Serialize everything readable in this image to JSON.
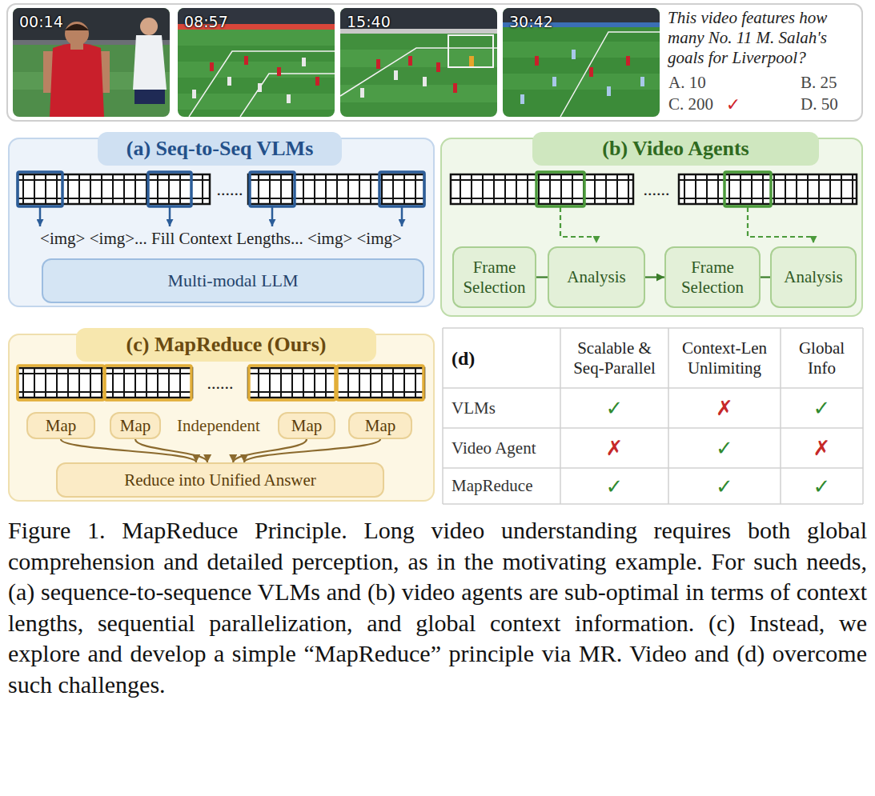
{
  "diagram": {
    "caption": "Figure 1. MapReduce Principle. Long video understanding requires both global comprehension and detailed perception, as in the motivating example. For such needs, (a) sequence-to-sequence VLMs and (b) video agents are sub-optimal in terms of context lengths, sequential parallelization, and global context information. (c) Instead, we explore and develop a simple “MapReduce” principle via MR. Video and (d) overcome such challenges.",
    "nodes": [
      {
        "text": [
          "This video features how many No. 11 M. Salah's goals for Liverpool?",
          "A. 10",
          "B. 25",
          "C. 200",
          "D. 50"
        ]
      },
      {
        "text": [
          "(a) Seq-to-Seq VLMs",
          "<img> <img>... Fill Context Lengths... <img> <img>"
        ]
      },
      {
        "text": [
          "Multi-modal LLM"
        ],
        "in": 1
      },
      {
        "text": [
          "(b) Video Agents"
        ]
      },
      {
        "text": [
          "Frame Selection"
        ],
        "in": 3
      },
      {
        "text": [
          "Analysis"
        ],
        "in": 3
      },
      {
        "text": [
          "Frame Selection"
        ],
        "in": 3
      },
      {
        "text": [
          "Analysis"
        ],
        "in": 3
      },
      {
        "text": [
          "(c) MapReduce (Ours)",
          "Independent"
        ]
      },
      {
        "text": [
          "Map"
        ],
        "in": 8
      },
      {
        "text": [
          "Map"
        ],
        "in": 8
      },
      {
        "text": [
          "Map"
        ],
        "in": 8
      },
      {
        "text": [
          "Map"
        ],
        "in": 8
      },
      {
        "text": [
          "Reduce into Unified Answer"
        ],
        "in": 8
      }
    ],
    "edges": [
      {
        "from": 4,
        "to": 5,
        "arrow": "none"
      },
      {
        "from": 5,
        "to": 6,
        "arrow": "to"
      },
      {
        "from": 6,
        "to": 7,
        "arrow": "none"
      },
      {
        "from": 9,
        "to": 13,
        "arrow": "to"
      },
      {
        "from": 10,
        "to": 13,
        "arrow": "to"
      },
      {
        "from": 11,
        "to": 13,
        "arrow": "to"
      },
      {
        "from": 12,
        "to": 13,
        "arrow": "to"
      }
    ],
    "labels": [
      "00:14",
      "08:57",
      "15:40",
      "30:42",
      "✓",
      "......",
      "......",
      "......",
      "(d)",
      "Scalable & Seq-Parallel",
      "Context-Len Unlimiting",
      "Global Info",
      "VLMs",
      "✓",
      "✗",
      "✓",
      "Video Agent",
      "✗",
      "✓",
      "✗",
      "MapReduce",
      "✓",
      "✓",
      "✓"
    ]
  }
}
